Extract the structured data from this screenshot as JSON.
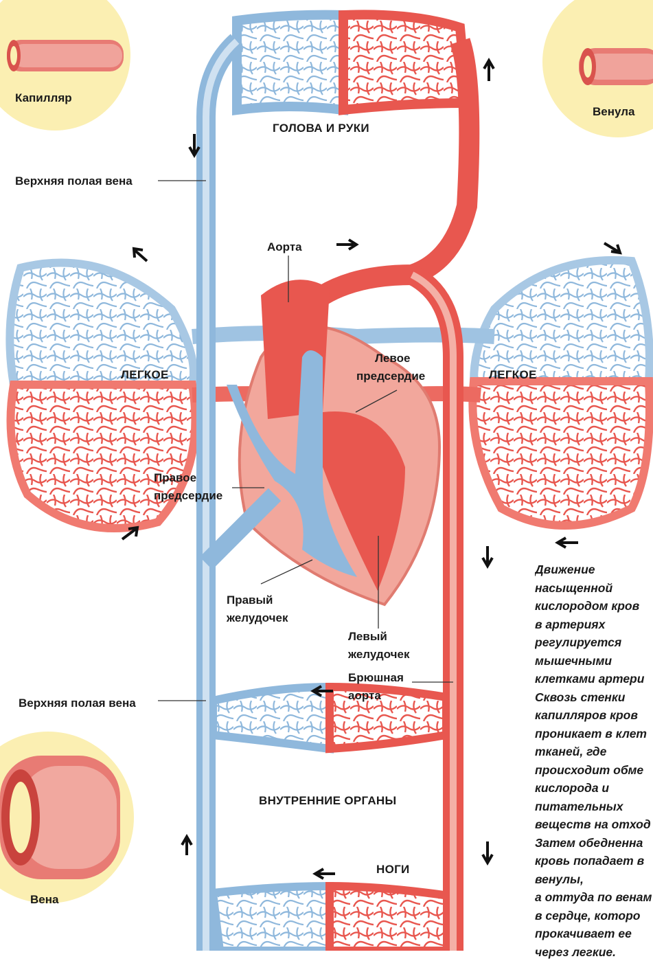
{
  "labels": {
    "capillary": "Капилляр",
    "venule": "Венула",
    "vein": "Вена",
    "head_arms": "ГОЛОВА И РУКИ",
    "superior_vena_cava_top": "Верхняя полая вена",
    "superior_vena_cava_bottom": "Верхняя полая вена",
    "aorta": "Аорта",
    "lung_left": "ЛЕГКОЕ",
    "lung_right": "ЛЕГКОЕ",
    "left_atrium_1": "Левое",
    "left_atrium_2": "предсердие",
    "right_atrium_1": "Правое",
    "right_atrium_2": "предсердие",
    "right_ventricle_1": "Правый",
    "right_ventricle_2": "желудочек",
    "left_ventricle_1": "Левый",
    "left_ventricle_2": "желудочек",
    "abdominal_aorta_1": "Брюшная",
    "abdominal_aorta_2": "аорта",
    "internal_organs": "ВНУТРЕННИЕ ОРГАНЫ",
    "legs": "НОГИ"
  },
  "note_lines": [
    "Движение",
    "насыщенной",
    "кислородом кров",
    "в артериях",
    "регулируется",
    "мышечными",
    "клетками артери",
    "Сквозь стенки",
    "капилляров кров",
    "проникает в клет",
    "тканей, где",
    "происходит обме",
    "кислорода и",
    "питательных",
    "веществ на отход",
    "Затем обедненна",
    "кровь попадает в",
    "венулы,",
    "а оттуда по венам",
    "в сердце, которо",
    "прокачивает ее",
    "через легкие."
  ],
  "colors": {
    "venous_blue": "#8fb8dc",
    "venous_light": "#cfe1f1",
    "arterial_red": "#e8574f",
    "arterial_light": "#f4b0a6",
    "heart_pink": "#f2a79c",
    "inset_yellow": "#fbefb2"
  },
  "icons": [
    "arrow-up-icon",
    "arrow-down-icon",
    "arrow-left-icon",
    "arrow-right-icon",
    "arrow-diagonal-icon"
  ]
}
